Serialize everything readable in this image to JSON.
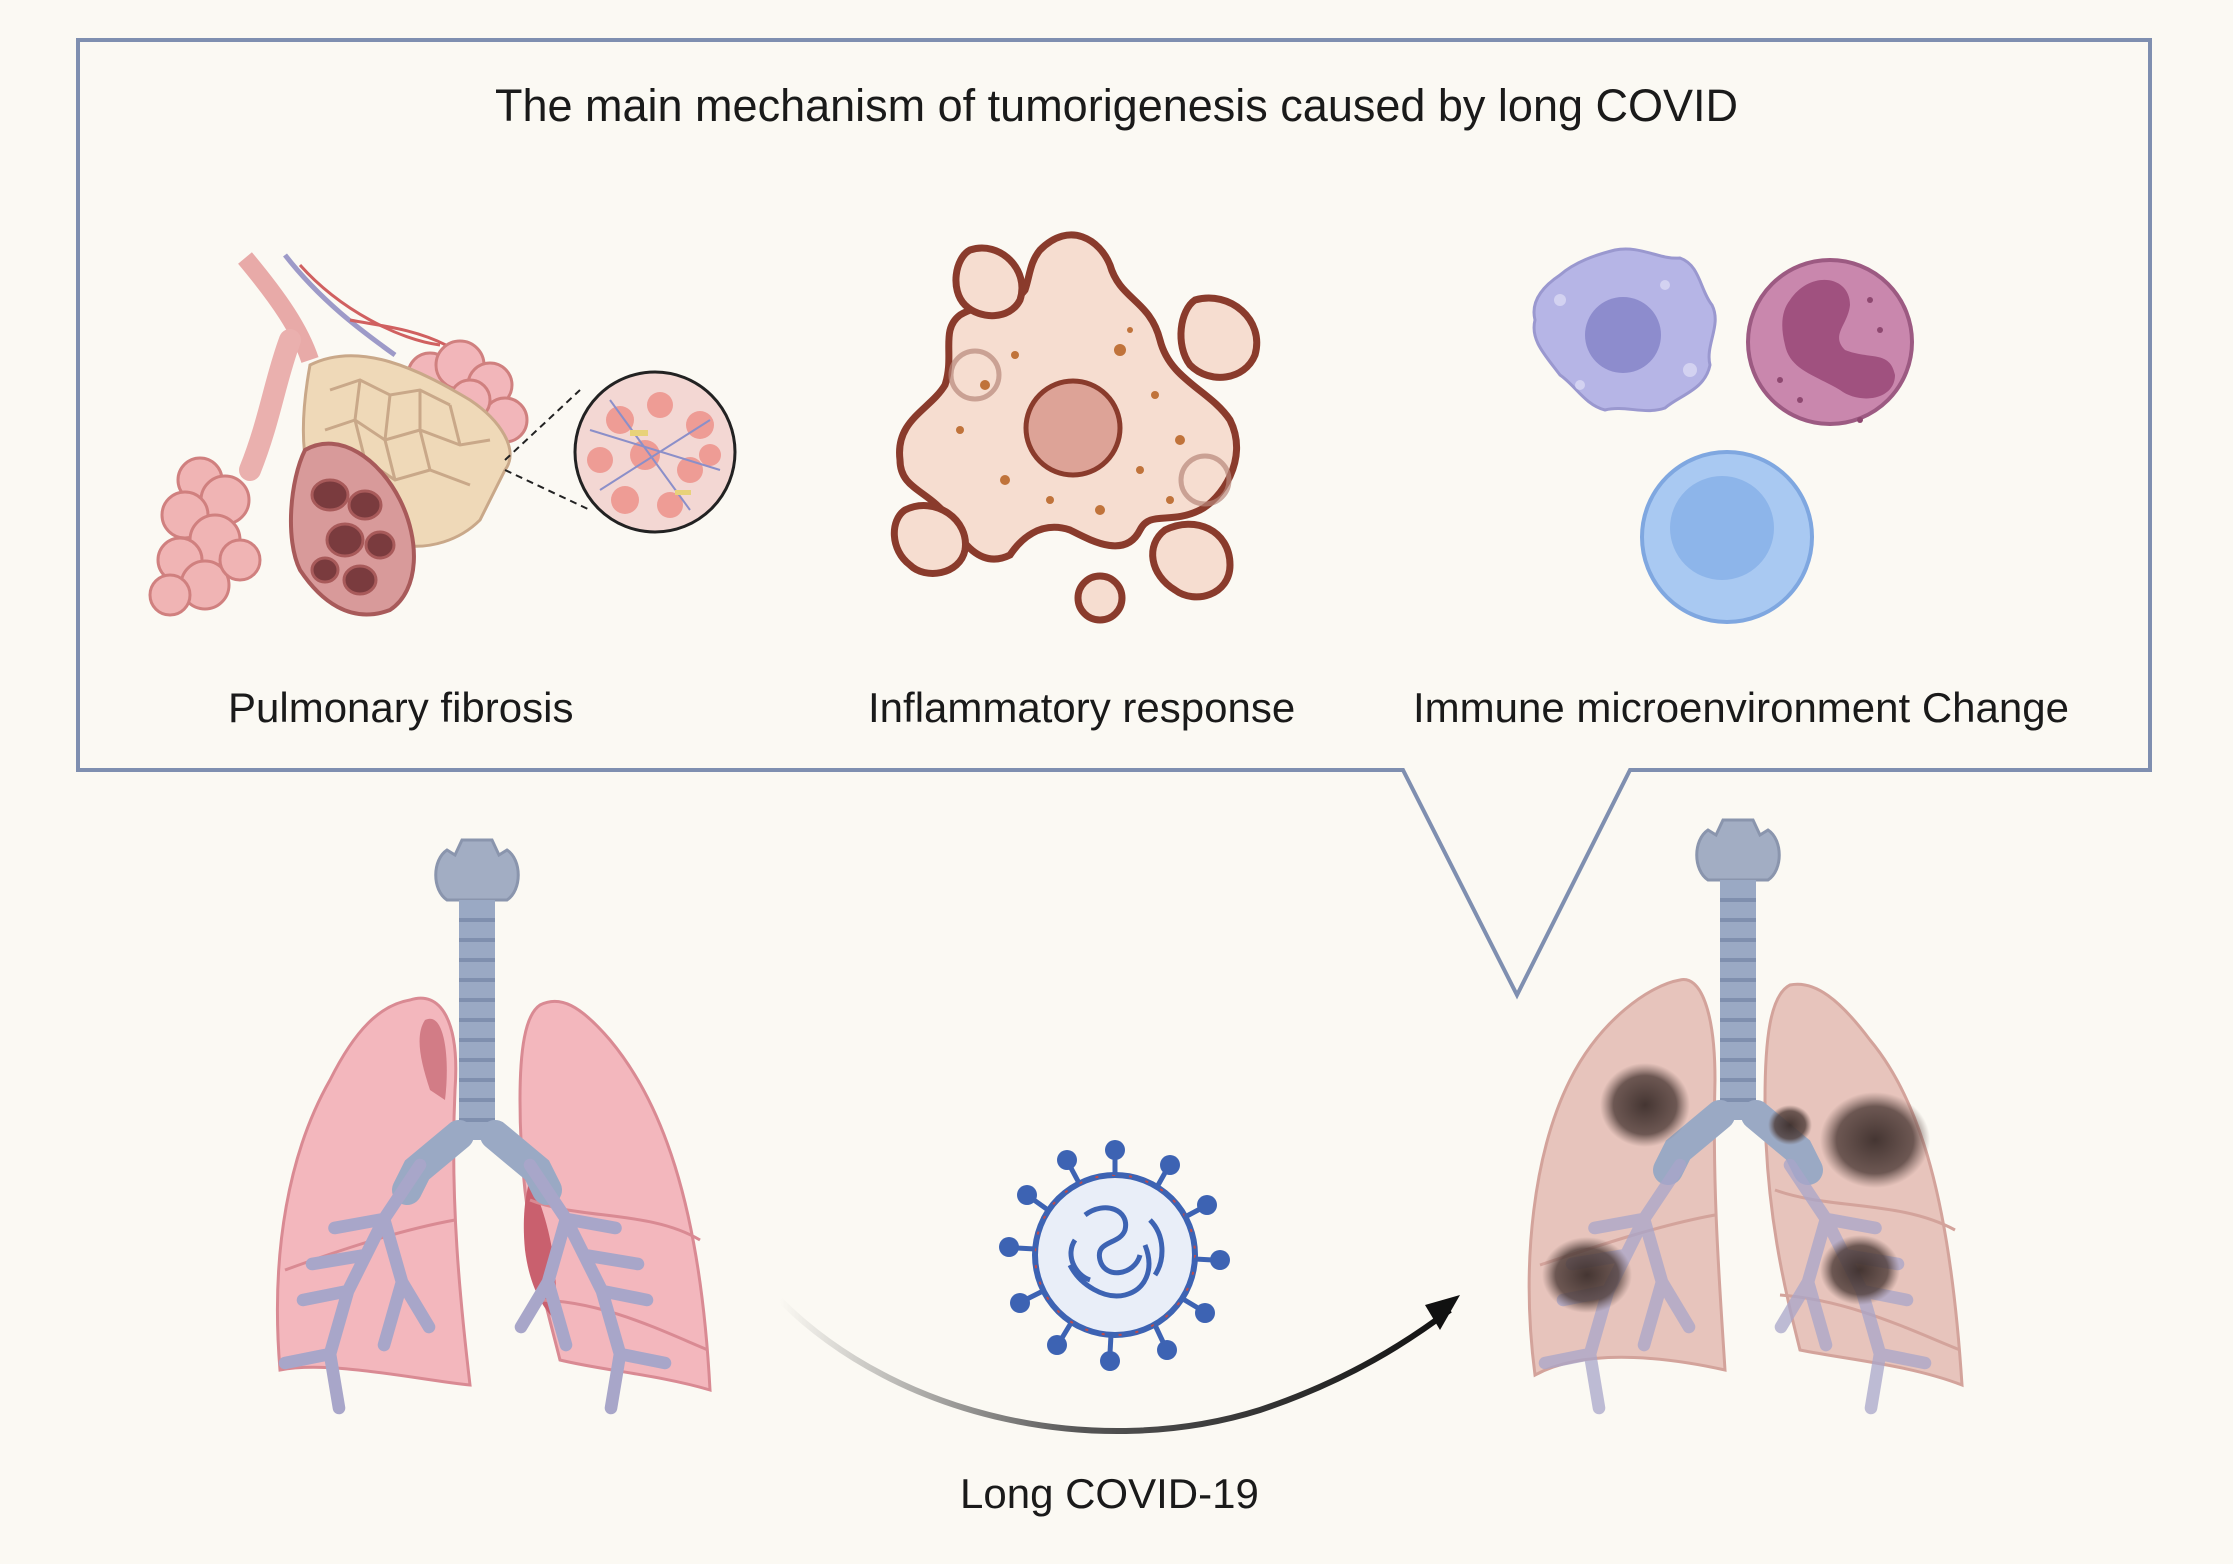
{
  "diagram": {
    "title": "The main mechanism of tumorigenesis caused by long COVID",
    "mechanisms": [
      {
        "label": "Pulmonary fibrosis",
        "icon": "fibrotic-alveoli-icon"
      },
      {
        "label": "Inflammatory response",
        "icon": "inflammatory-cell-icon"
      },
      {
        "label": "Immune microenvironment Change",
        "icon": "immune-cells-icon"
      }
    ],
    "transition_label": "Long COVID-19",
    "left_lungs_icon": "healthy-lungs-icon",
    "right_lungs_icon": "tumor-lungs-icon",
    "virus_icon": "coronavirus-icon",
    "colors": {
      "frame": "#7f8fb0",
      "lung_pink": "#f3b7bd",
      "lung_dark": "#c9606e",
      "trachea": "#9aa9c4",
      "tumor": "#4a3b38",
      "inflam_outline": "#8a3b2c",
      "inflam_fill": "#f6ddd0",
      "macrophage": "#b6b5e6",
      "neutrophil": "#c987ad",
      "lymphocyte": "#a9c9f2",
      "virus": "#3d63b3"
    }
  }
}
